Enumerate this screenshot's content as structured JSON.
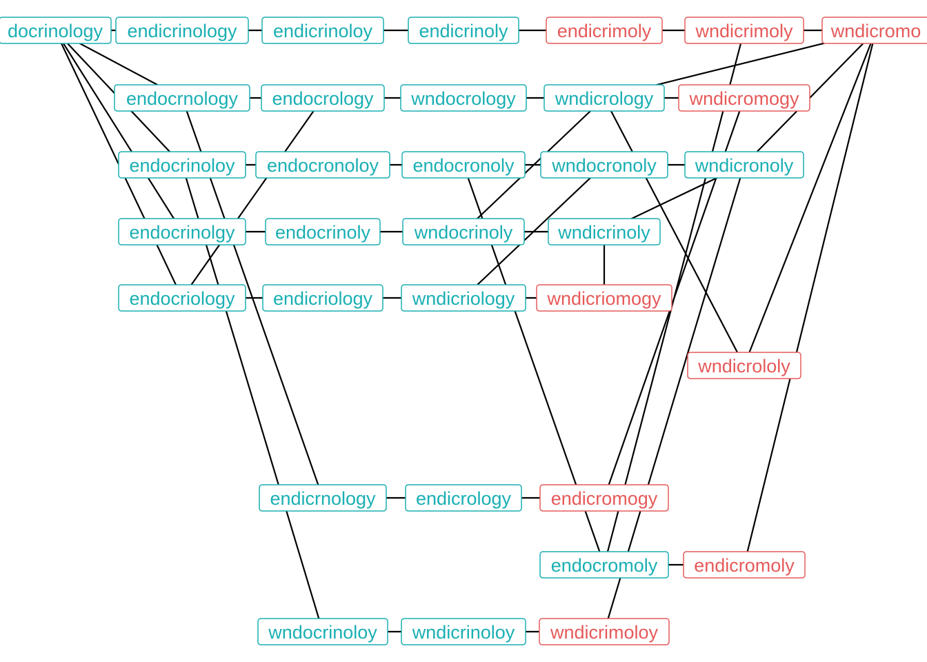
{
  "colors": {
    "group_a": "#1AAFB3",
    "group_b": "#E65A5A",
    "edge": "#000000"
  },
  "nodes": [
    {
      "id": "n0",
      "label": "docrinology",
      "group": "a"
    },
    {
      "id": "n1",
      "label": "endicrinology",
      "group": "a"
    },
    {
      "id": "n2",
      "label": "endicrinoloy",
      "group": "a"
    },
    {
      "id": "n3",
      "label": "endicrinoly",
      "group": "a"
    },
    {
      "id": "n4",
      "label": "endicrimoly",
      "group": "b"
    },
    {
      "id": "n5",
      "label": "wndicrimoly",
      "group": "b"
    },
    {
      "id": "n6",
      "label": "wndicromo",
      "group": "b"
    },
    {
      "id": "n7",
      "label": "endocrnology",
      "group": "a"
    },
    {
      "id": "n8",
      "label": "endocrology",
      "group": "a"
    },
    {
      "id": "n9",
      "label": "wndocrology",
      "group": "a"
    },
    {
      "id": "n10",
      "label": "wndicrology",
      "group": "a"
    },
    {
      "id": "n11",
      "label": "wndicromogy",
      "group": "b"
    },
    {
      "id": "n12",
      "label": "endocrinoloy",
      "group": "a"
    },
    {
      "id": "n13",
      "label": "endocronoloy",
      "group": "a"
    },
    {
      "id": "n14",
      "label": "endocronoly",
      "group": "a"
    },
    {
      "id": "n15",
      "label": "wndocronoly",
      "group": "a"
    },
    {
      "id": "n16",
      "label": "wndicronoly",
      "group": "a"
    },
    {
      "id": "n17",
      "label": "endocrinolgy",
      "group": "a"
    },
    {
      "id": "n18",
      "label": "endocrinoly",
      "group": "a"
    },
    {
      "id": "n19",
      "label": "wndocrinoly",
      "group": "a"
    },
    {
      "id": "n20",
      "label": "wndicrinoly",
      "group": "a"
    },
    {
      "id": "n21",
      "label": "endocriology",
      "group": "a"
    },
    {
      "id": "n22",
      "label": "endicriology",
      "group": "a"
    },
    {
      "id": "n23",
      "label": "wndicriology",
      "group": "a"
    },
    {
      "id": "n24",
      "label": "wndicriomogy",
      "group": "b"
    },
    {
      "id": "n25",
      "label": "wndicrololy",
      "group": "b"
    },
    {
      "id": "n26",
      "label": "endicrnology",
      "group": "a"
    },
    {
      "id": "n27",
      "label": "endicrology",
      "group": "a"
    },
    {
      "id": "n28",
      "label": "endicromogy",
      "group": "b"
    },
    {
      "id": "n29",
      "label": "endocromoly",
      "group": "a"
    },
    {
      "id": "n30",
      "label": "endicromoly",
      "group": "b"
    },
    {
      "id": "n31",
      "label": "wndocrinoloy",
      "group": "a"
    },
    {
      "id": "n32",
      "label": "wndicrinoloy",
      "group": "a"
    },
    {
      "id": "n33",
      "label": "wndicrimoloy",
      "group": "b"
    }
  ],
  "edges": [
    [
      "n0",
      "n1"
    ],
    [
      "n1",
      "n2"
    ],
    [
      "n2",
      "n3"
    ],
    [
      "n3",
      "n4"
    ],
    [
      "n4",
      "n5"
    ],
    [
      "n5",
      "n6"
    ],
    [
      "n7",
      "n8"
    ],
    [
      "n8",
      "n9"
    ],
    [
      "n9",
      "n10"
    ],
    [
      "n10",
      "n11"
    ],
    [
      "n12",
      "n13"
    ],
    [
      "n13",
      "n14"
    ],
    [
      "n14",
      "n15"
    ],
    [
      "n15",
      "n16"
    ],
    [
      "n17",
      "n18"
    ],
    [
      "n18",
      "n19"
    ],
    [
      "n19",
      "n20"
    ],
    [
      "n21",
      "n22"
    ],
    [
      "n22",
      "n23"
    ],
    [
      "n23",
      "n24"
    ],
    [
      "n26",
      "n27"
    ],
    [
      "n27",
      "n28"
    ],
    [
      "n29",
      "n30"
    ],
    [
      "n31",
      "n32"
    ],
    [
      "n32",
      "n33"
    ],
    [
      "n0",
      "n7"
    ],
    [
      "n0",
      "n12"
    ],
    [
      "n0",
      "n17"
    ],
    [
      "n0",
      "n21"
    ],
    [
      "n7",
      "n26"
    ],
    [
      "n12",
      "n31"
    ],
    [
      "n8",
      "n21"
    ],
    [
      "n14",
      "n29"
    ],
    [
      "n19",
      "n10"
    ],
    [
      "n23",
      "n15"
    ],
    [
      "n10",
      "n25"
    ],
    [
      "n5",
      "n29"
    ],
    [
      "n6",
      "n10"
    ],
    [
      "n6",
      "n16"
    ],
    [
      "n6",
      "n25"
    ],
    [
      "n6",
      "n30"
    ],
    [
      "n11",
      "n28"
    ],
    [
      "n16",
      "n20"
    ],
    [
      "n20",
      "n24"
    ],
    [
      "n16",
      "n33"
    ]
  ]
}
